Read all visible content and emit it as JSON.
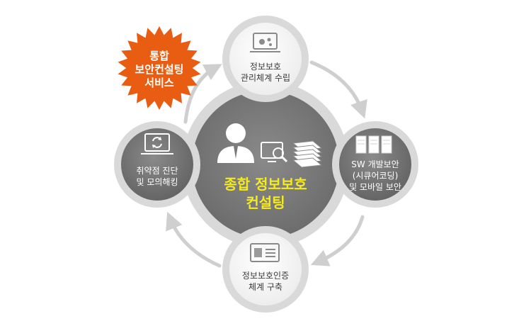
{
  "center": {
    "title_lines": [
      "종합 정보보호",
      "컨설팅"
    ],
    "icons": [
      "user-icon",
      "monitor-search-icon",
      "stacked-documents-icon"
    ]
  },
  "badge": {
    "lines": [
      "통합",
      "보안컨설팅",
      "서비스"
    ],
    "color": "#e85d12"
  },
  "nodes": [
    {
      "id": "top",
      "lines": [
        "정보보호",
        "관리체계 수립"
      ],
      "icon": "laptop-gear-icon"
    },
    {
      "id": "right",
      "lines": [
        "SW 개발보안",
        "(시큐어코딩)",
        "및 모바일 보안"
      ],
      "icon": "server-rack-icon"
    },
    {
      "id": "bottom",
      "lines": [
        "정보보호인증",
        "체계 구축"
      ],
      "icon": "id-card-icon"
    },
    {
      "id": "left",
      "lines": [
        "취약점 진단",
        "및 모의해킹"
      ],
      "icon": "laptop-refresh-icon"
    }
  ],
  "colors": {
    "center_fill": "#7b7b7b",
    "ring": "#d5d5d5",
    "node_light": "#f2f2f2",
    "node_dark": "#6f6f6f",
    "arrow": "#cfcfcf",
    "title_yellow": "#f5ea1e"
  }
}
